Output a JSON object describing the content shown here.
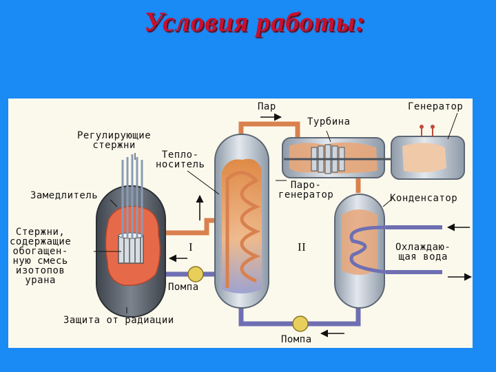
{
  "title": "Условия работы:",
  "labels": {
    "steam": "Пар",
    "generator": "Генератор",
    "turbine": "Турбина",
    "control_rods": "Регулирующие\nстержни",
    "coolant": "Тепло-\nноситель",
    "moderator": "Замедлитель",
    "steam_generator": "Паро-\nгенератор",
    "condenser": "Конденсатор",
    "fuel_rods": "Стержни,\nсодержащие\nобогащен-\nную смесь\nизотопов\nурана",
    "circuit_one": "I",
    "circuit_two": "II",
    "cooling_water": "Охлаждаю-\nщая вода",
    "pump_primary": "Помпа",
    "pump_secondary": "Помпа",
    "radiation_shield": "Защита от радиации"
  },
  "colors": {
    "background": "#1a8af5",
    "panel": "#fbf9ec",
    "title": "#c8102e",
    "hot_pipe": "#d9814e",
    "cold_pipe": "#6e6fb3",
    "vessel": "#b7c2cf",
    "reactor_shell": "#5f6670",
    "core": "#e66a4a",
    "pump": "#e8cf5c"
  }
}
